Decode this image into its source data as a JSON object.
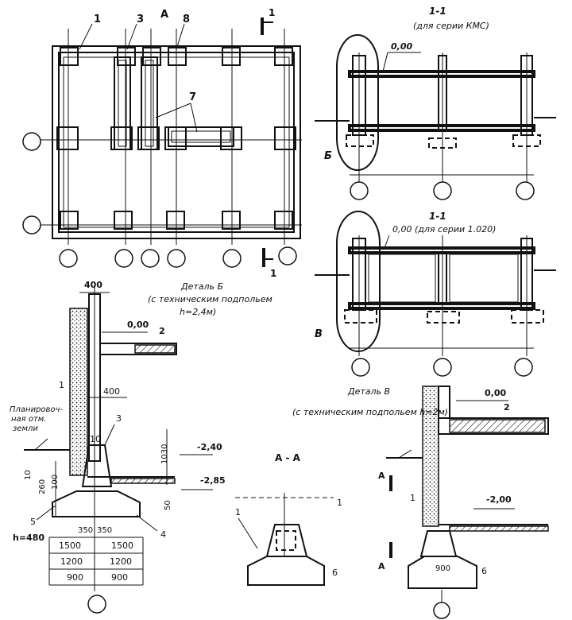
{
  "plan": {
    "label_1": "1",
    "label_3": "3",
    "label_A": "А",
    "label_8": "8",
    "label_7": "7",
    "section_mark_top": "1",
    "section_mark_bottom": "1"
  },
  "section_kms": {
    "title": "1-1",
    "subtitle": "(для серии КМС)",
    "level": "0,00",
    "detail_mark": "Б"
  },
  "section_1020": {
    "title": "1-1",
    "subtitle": "0,00  (для серии 1.020)",
    "detail_mark": "В"
  },
  "detail_b": {
    "title": "Деталь Б",
    "subtitle": "(с техническим подпольем",
    "height": "h=2,4м)",
    "dim_top": "400",
    "level_0": "0,00",
    "label_2": "2",
    "dim_mid": "400",
    "label_1": "1",
    "ground_label_1": "Планировоч-",
    "ground_label_2": "ная отм.",
    "ground_label_3": "земли",
    "label_3": "3",
    "label_10": "10",
    "dim_1030": "1030",
    "level_240": "-2,40",
    "level_285": "-2,85",
    "dim_10": "10",
    "dim_260": "260",
    "dim_100": "100",
    "dim_50": "50",
    "label_5": "5",
    "label_4": "4",
    "h480": "h=480",
    "dim_350a": "350",
    "dim_350b": "350",
    "dim_rows": [
      [
        "1500",
        "1500"
      ],
      [
        "1200",
        "1200"
      ],
      [
        "900",
        "900"
      ]
    ]
  },
  "section_aa": {
    "title": "А - А",
    "label_1a": "1",
    "label_1b": "1",
    "label_6": "6"
  },
  "detail_v": {
    "title": "Деталь В",
    "subtitle": "(с техническим подпольем h=2м)",
    "level_0": "0,00",
    "label_2": "2",
    "mark_a_top": "А",
    "mark_a_bottom": "А",
    "label_1": "1",
    "level_200": "-2,00",
    "label_6": "6",
    "dim_bottom": "900"
  }
}
